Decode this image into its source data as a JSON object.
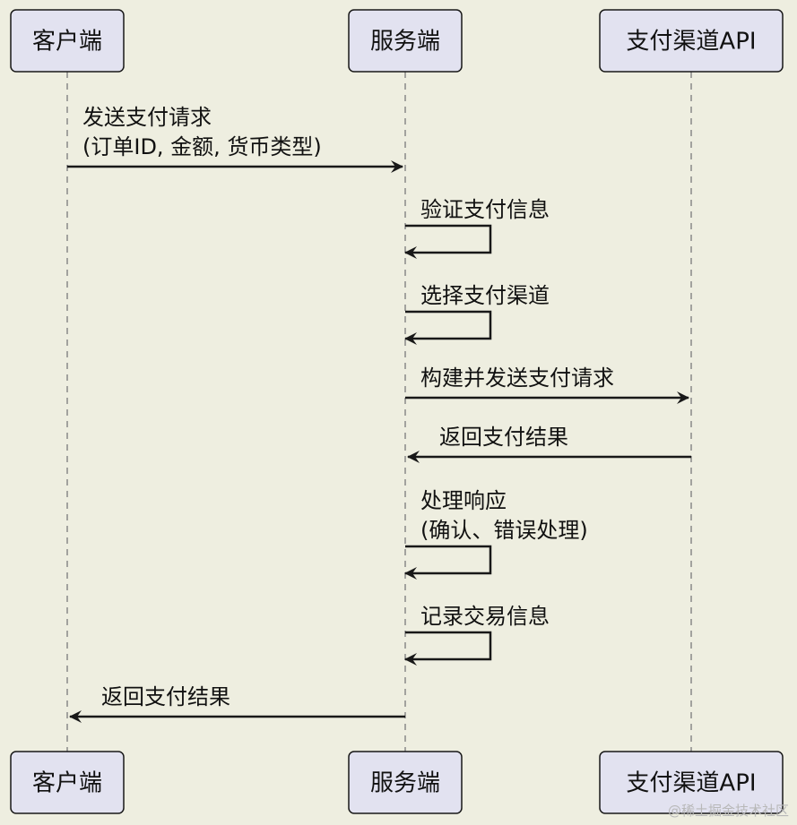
{
  "participants": [
    {
      "id": "client",
      "label": "客户端"
    },
    {
      "id": "server",
      "label": "服务端"
    },
    {
      "id": "api",
      "label": "支付渠道API"
    }
  ],
  "messages": [
    {
      "from": "client",
      "to": "server",
      "lines": [
        "发送支付请求",
        "(订单ID, 金额, 货币类型)"
      ]
    },
    {
      "from": "server",
      "to": "server",
      "lines": [
        "验证支付信息"
      ]
    },
    {
      "from": "server",
      "to": "server",
      "lines": [
        "选择支付渠道"
      ]
    },
    {
      "from": "server",
      "to": "api",
      "lines": [
        "构建并发送支付请求"
      ]
    },
    {
      "from": "api",
      "to": "server",
      "lines": [
        "返回支付结果"
      ]
    },
    {
      "from": "server",
      "to": "server",
      "lines": [
        "处理响应",
        "(确认、错误处理)"
      ]
    },
    {
      "from": "server",
      "to": "server",
      "lines": [
        "记录交易信息"
      ]
    },
    {
      "from": "server",
      "to": "client",
      "lines": [
        "返回支付结果"
      ]
    }
  ],
  "watermark": "@稀土掘金技术社区",
  "colors": {
    "background": "#eeeee0",
    "box_fill": "#e2e2f0",
    "box_stroke": "#181818",
    "lifeline": "#888888",
    "arrow": "#181818"
  }
}
